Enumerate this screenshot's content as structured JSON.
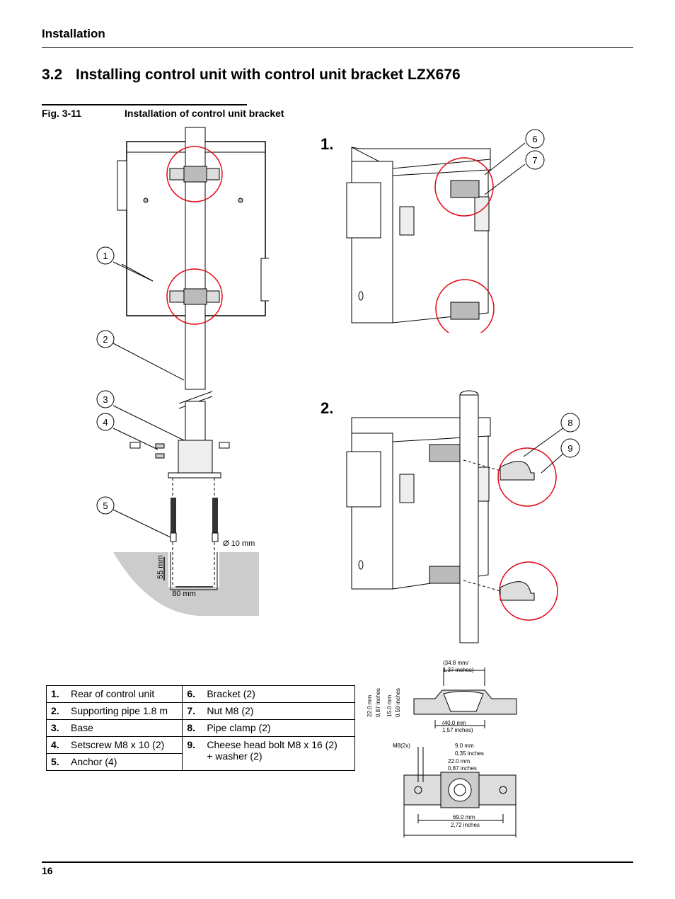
{
  "header": {
    "title": "Installation"
  },
  "section": {
    "number": "3.2",
    "title": "Installing control unit with control unit bracket LZX676"
  },
  "figure": {
    "label": "Fig. 3-11",
    "caption": "Installation of control unit bracket",
    "steps": [
      "1.",
      "2."
    ],
    "callouts": [
      "1",
      "2",
      "3",
      "4",
      "5",
      "6",
      "7",
      "8",
      "9"
    ],
    "dimensions": {
      "diameter": "Ø 10 mm",
      "depth": "55 mm",
      "spacing": "80 mm",
      "clamp_width_mm": "(34.8 mm/",
      "clamp_width_in": "1,37 inches)",
      "base_width_mm": "(40.0 mm",
      "base_width_in": "1,57 inches)",
      "height_a_mm": "22.0 mm",
      "height_a_in": "0,87 inches",
      "height_b_mm": "15.0 mm",
      "height_b_in": "0,59 inches",
      "thread": "M8(2x)",
      "hole_mm": "9.0 mm",
      "hole_in": "0,35 inches",
      "center_mm": "22.0 mm",
      "center_in": "0,87 inches",
      "length_mm": "69.0 mm",
      "length_in": "2,72 inches"
    }
  },
  "legend": {
    "left": [
      {
        "num": "1.",
        "text": "Rear of control unit"
      },
      {
        "num": "2.",
        "text": "Supporting pipe 1.8 m"
      },
      {
        "num": "3.",
        "text": "Base"
      },
      {
        "num": "4.",
        "text": "Setscrew M8 x 10 (2)"
      },
      {
        "num": "5.",
        "text": "Anchor (4)"
      }
    ],
    "right": [
      {
        "num": "6.",
        "text": "Bracket (2)"
      },
      {
        "num": "7.",
        "text": "Nut M8 (2)"
      },
      {
        "num": "8.",
        "text": "Pipe clamp (2)"
      },
      {
        "num": "9.",
        "text": "Cheese head bolt M8 x 16 (2)",
        "text2": "+ washer (2)"
      }
    ]
  },
  "footer": {
    "page_number": "16"
  },
  "colors": {
    "highlight": "#e30613",
    "wall": "#cccccc",
    "grey": "#d9d9d9"
  }
}
